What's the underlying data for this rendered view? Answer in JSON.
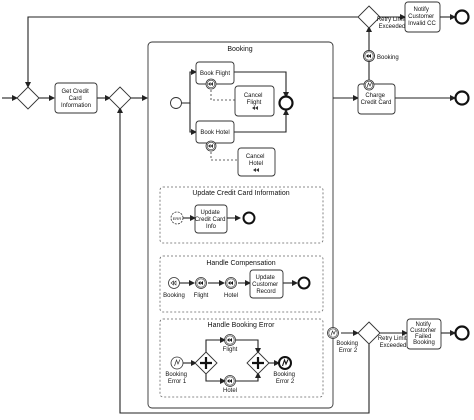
{
  "tasks": {
    "get_cc": [
      "Get Credit",
      "Card",
      "Information"
    ],
    "book_flight": [
      "Book Flight"
    ],
    "cancel_flight": [
      "Cancel",
      "Flight"
    ],
    "book_hotel": [
      "Book Hotel"
    ],
    "cancel_hotel": [
      "Cancel",
      "Hotel"
    ],
    "charge_cc": [
      "Charge",
      "Credit Card"
    ],
    "notify_invalid": [
      "Notify",
      "Customer",
      "Invalid CC"
    ],
    "notify_failed": [
      "Notify",
      "Customer",
      "Failed",
      "Booking"
    ],
    "update_cc_info": [
      "Update",
      "Credit Card",
      "Info"
    ],
    "update_record": [
      "Update",
      "Customer",
      "Record"
    ]
  },
  "subprocesses": {
    "booking": "Booking",
    "update_cc": "Update Credit Card Information",
    "handle_comp": "Handle Compensation",
    "handle_error": "Handle Booking Error"
  },
  "labels": {
    "retry_top": [
      "Retry Limit",
      "Exceeded"
    ],
    "retry_bottom": [
      "Retry Limit",
      "Exceeded"
    ],
    "booking_comp_top": "Booking",
    "comp_booking": "Booking",
    "comp_flight": "Flight",
    "comp_hotel": "Hotel",
    "booking_error_1": [
      "Booking",
      "Error 1"
    ],
    "booking_error_2_inner": [
      "Booking",
      "Error 2"
    ],
    "booking_error_2_outer": [
      "Booking",
      "Error 2"
    ],
    "err_flight": "Flight",
    "err_hotel": "Hotel"
  }
}
